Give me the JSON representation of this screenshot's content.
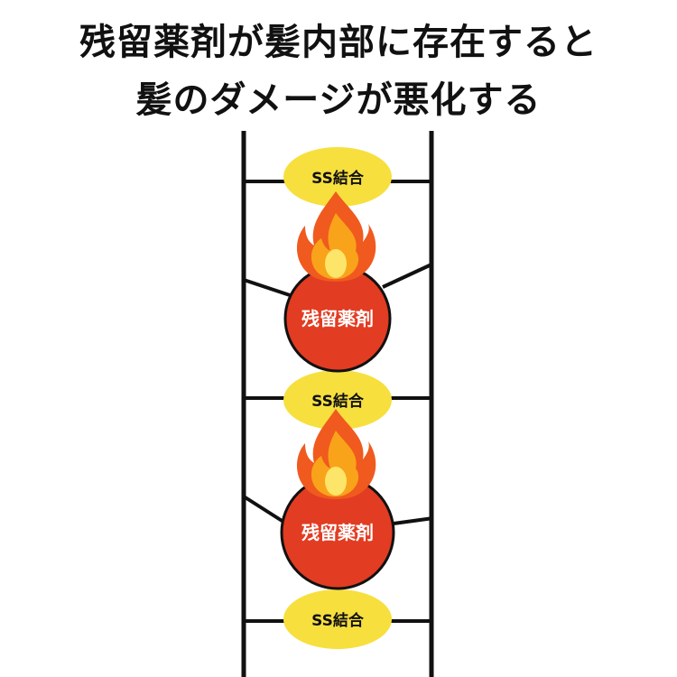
{
  "headline": {
    "line1": "残留薬剤が髪内部に存在すると",
    "line2": "髪のダメージが悪化する"
  },
  "bonds": [
    {
      "label": "SS結合"
    },
    {
      "label": "SS結合"
    },
    {
      "label": "SS結合"
    }
  ],
  "residues": [
    {
      "label": "残留薬剤",
      "icon": "fire-icon"
    },
    {
      "label": "残留薬剤",
      "icon": "fire-icon"
    }
  ],
  "colors": {
    "bond_fill": "#f7df3e",
    "residue_fill": "#e23c22",
    "line": "#111111",
    "flame_outer": "#f05a1e",
    "flame_mid": "#f9a31b",
    "flame_core": "#fde56a"
  }
}
